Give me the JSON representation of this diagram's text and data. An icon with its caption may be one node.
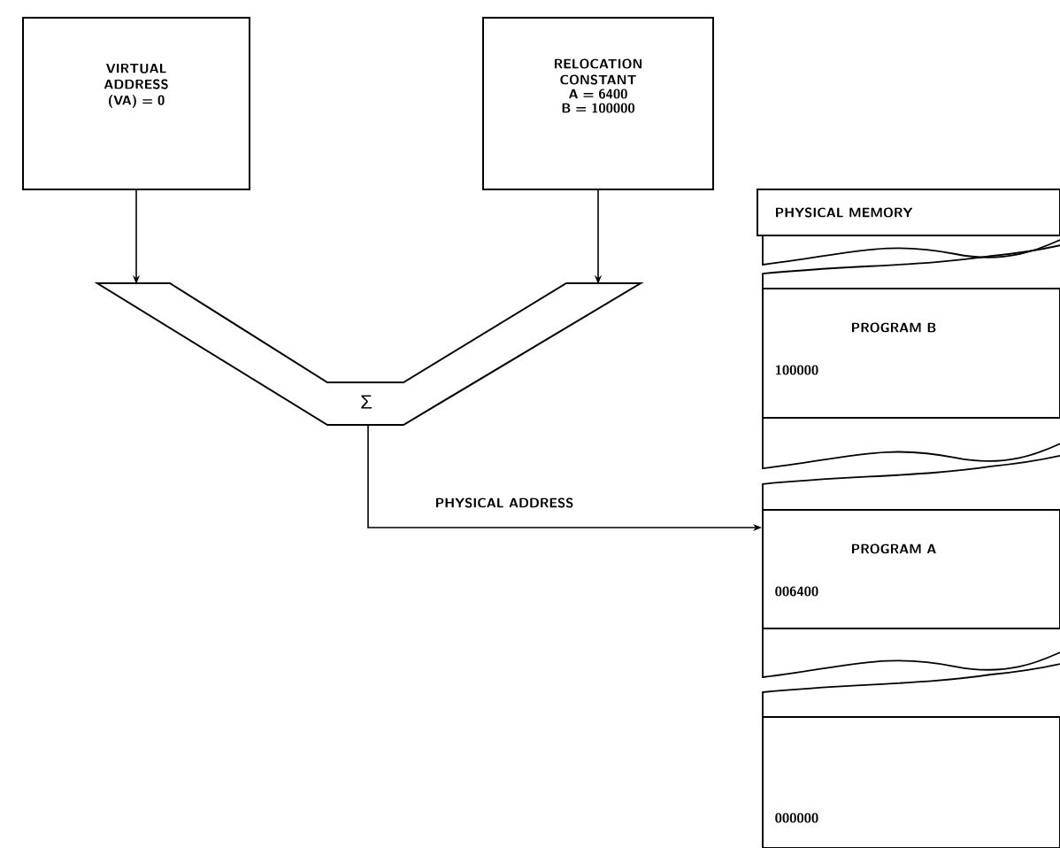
{
  "diagram": {
    "nodes": [
      {
        "text": [
          "VIRTUAL ADDRESS (VA) = 0"
        ]
      },
      {
        "text": [
          "RELOCATION CONSTANT",
          "A = 6400",
          "B = 100000"
        ]
      },
      {
        "text": [
          "Σ"
        ]
      },
      {
        "text": [
          "PHYSICAL MEMORY"
        ]
      },
      {
        "text": [
          "PROGRAM B",
          "100000"
        ]
      },
      {
        "text": [
          "PROGRAM A",
          "006400"
        ]
      },
      {
        "text": [
          "000000"
        ]
      }
    ],
    "edges": [
      {
        "from": 0,
        "to": 2,
        "arrow": "to"
      },
      {
        "from": 1,
        "to": 2,
        "arrow": "to"
      },
      {
        "from": 2,
        "to": 5,
        "arrow": "to",
        "label": "PHYSICAL ADDRESS"
      }
    ]
  }
}
